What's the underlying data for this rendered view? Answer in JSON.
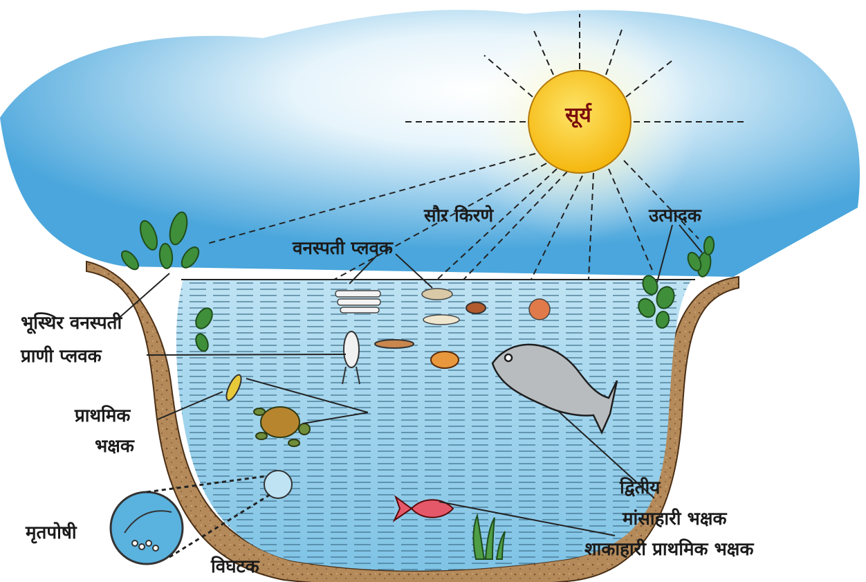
{
  "diagram": {
    "sun": "सूर्य",
    "solar_rays": "सौर किरणे",
    "producers": "उत्पादक",
    "phytoplankton": "वनस्पती प्लवक",
    "rooted_plants": "भूस्थिर वनस्पती",
    "zooplankton": "प्राणी प्लवक",
    "primary_consumer_line1": "प्राथमिक",
    "primary_consumer_line2": "भक्षक",
    "secondary_line1": "द्वितीय",
    "secondary_line2": "मांसाहारी भक्षक",
    "herbivore_primary": "शाकाहारी प्राथमिक भक्षक",
    "detritivores": "मृतपोषी",
    "decomposers": "विघटक"
  },
  "colors": {
    "sky": "#4aa6dc",
    "sun": "#f7c21e",
    "water": "#9dd3ec",
    "soil": "#b58a5a",
    "plant": "#3f8f3a"
  }
}
